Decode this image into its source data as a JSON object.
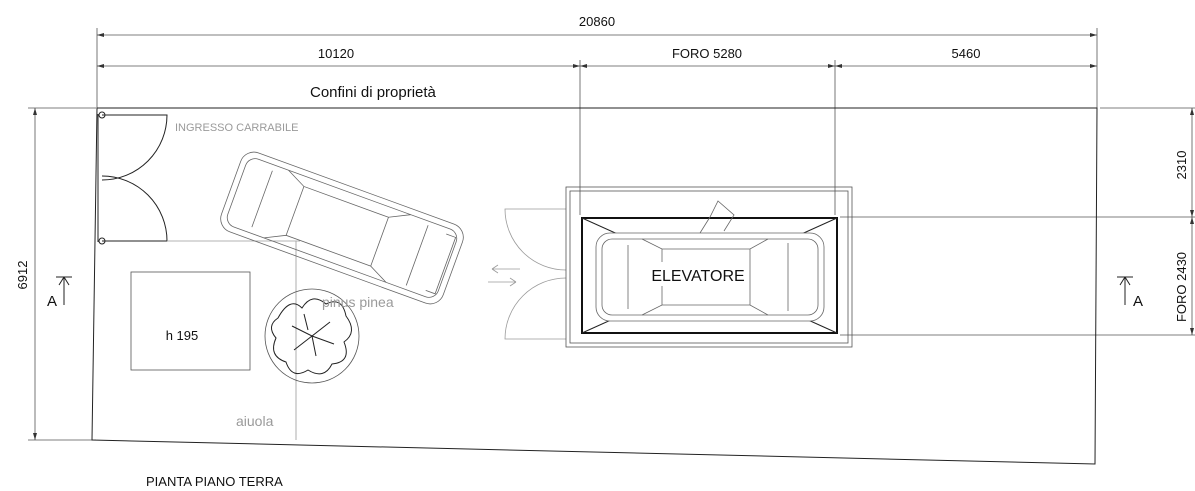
{
  "dimensions": {
    "total": "20860",
    "seg1": "10120",
    "seg2": "FORO 5280",
    "seg3": "5460",
    "height": "6912",
    "right_top": "2310",
    "right_bottom": "FORO 2430"
  },
  "labels": {
    "boundary": "Confini di proprietà",
    "entrance": "INGRESSO CARRABILE",
    "box": "h 195",
    "tree": "pinus pinea",
    "bed": "aiuola",
    "elevator": "ELEVATORE",
    "section_left": "A",
    "section_right": "A",
    "plan_title": "PIANTA PIANO TERRA"
  },
  "colors": {
    "lines": "#222222",
    "grey_text": "#9a9a9a"
  }
}
